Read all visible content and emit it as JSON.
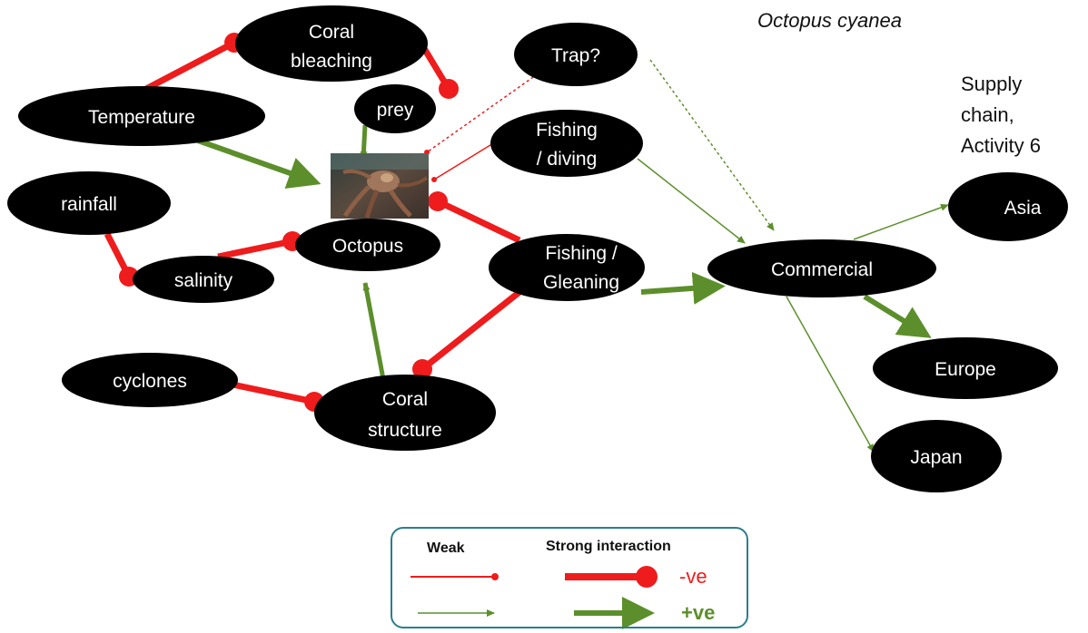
{
  "title": "Octopus cyanea",
  "note": [
    "Supply",
    "chain,",
    "Activity 6"
  ],
  "nodes": {
    "coral_bleaching": [
      "Coral",
      "bleaching"
    ],
    "trap": "Trap?",
    "prey": "prey",
    "temperature": "Temperature",
    "fishing_diving": [
      "Fishing",
      "/ diving"
    ],
    "rainfall": "rainfall",
    "octopus": "Octopus",
    "salinity": "salinity",
    "fishing_gleaning": [
      "Fishing /",
      "Gleaning"
    ],
    "commercial": "Commercial",
    "asia": "Asia",
    "europe": "Europe",
    "cyclones": "cyclones",
    "coral_structure": [
      "Coral",
      "structure"
    ],
    "japan": "Japan"
  },
  "legend": {
    "weak": "Weak",
    "strong": "Strong interaction",
    "negative": "-ve",
    "positive": "+ve"
  },
  "colors": {
    "negative": "#ee1c1c",
    "positive": "#5c8f2b",
    "node_fill": "#000000",
    "legend_border": "#2e7d8c"
  },
  "icons": {
    "octopus_photo": "octopus-photo"
  }
}
